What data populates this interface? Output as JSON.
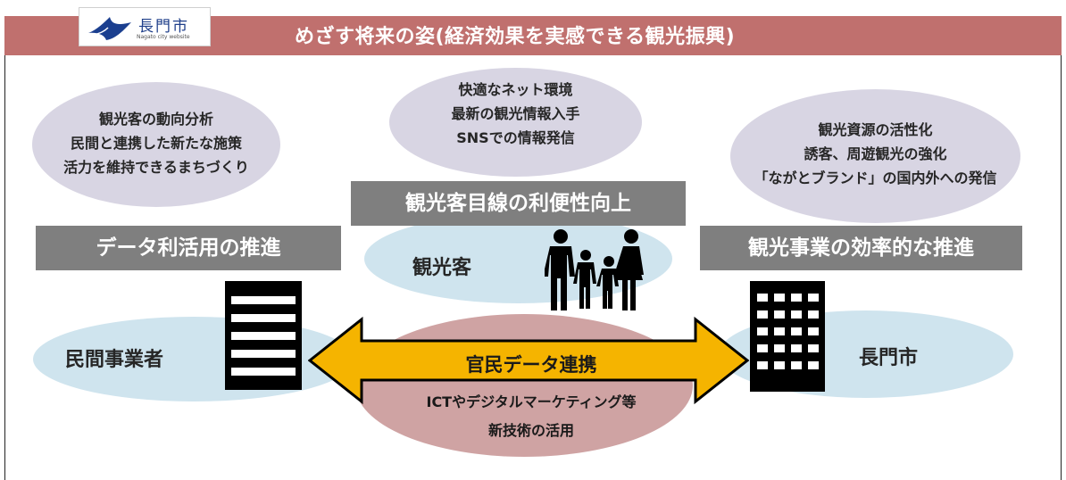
{
  "header": {
    "logo_name": "長門市",
    "logo_sub": "Nagato city website",
    "title": "めざす将来の姿(経済効果を実感できる観光振興)"
  },
  "bubbles": {
    "left": [
      "観光客の動向分析",
      "民間と連携した新たな施策",
      "活力を維持できるまちづくり"
    ],
    "center": [
      "快適なネット環境",
      "最新の観光情報入手",
      "SNSでの情報発信"
    ],
    "right": [
      "観光資源の活性化",
      "誘客、周遊観光の強化",
      "「ながとブランド」の国内外への発信"
    ]
  },
  "bars": {
    "left": "データ利活用の推進",
    "center": "観光客目線の利便性向上",
    "right": "観光事業の効率的な推進"
  },
  "nodes": {
    "tourist": "観光客",
    "private": "民間事業者",
    "city": "長門市"
  },
  "arrow": {
    "label": "官民データ連携",
    "sub1": "ICTやデジタルマーケティング等",
    "sub2": "新技術の活用"
  },
  "colors": {
    "header": "#c0706e",
    "bubble": "#d8d5e3",
    "ellipse_blue": "#cfe4ee",
    "ellipse_pink": "#cfa3a3",
    "arrow_fill": "#f5b400",
    "bar_gray": "#7f7f7f"
  },
  "icons": {
    "logo": "nagato-bird-logo-icon",
    "buildings": "building-icon",
    "family": "family-icon"
  }
}
